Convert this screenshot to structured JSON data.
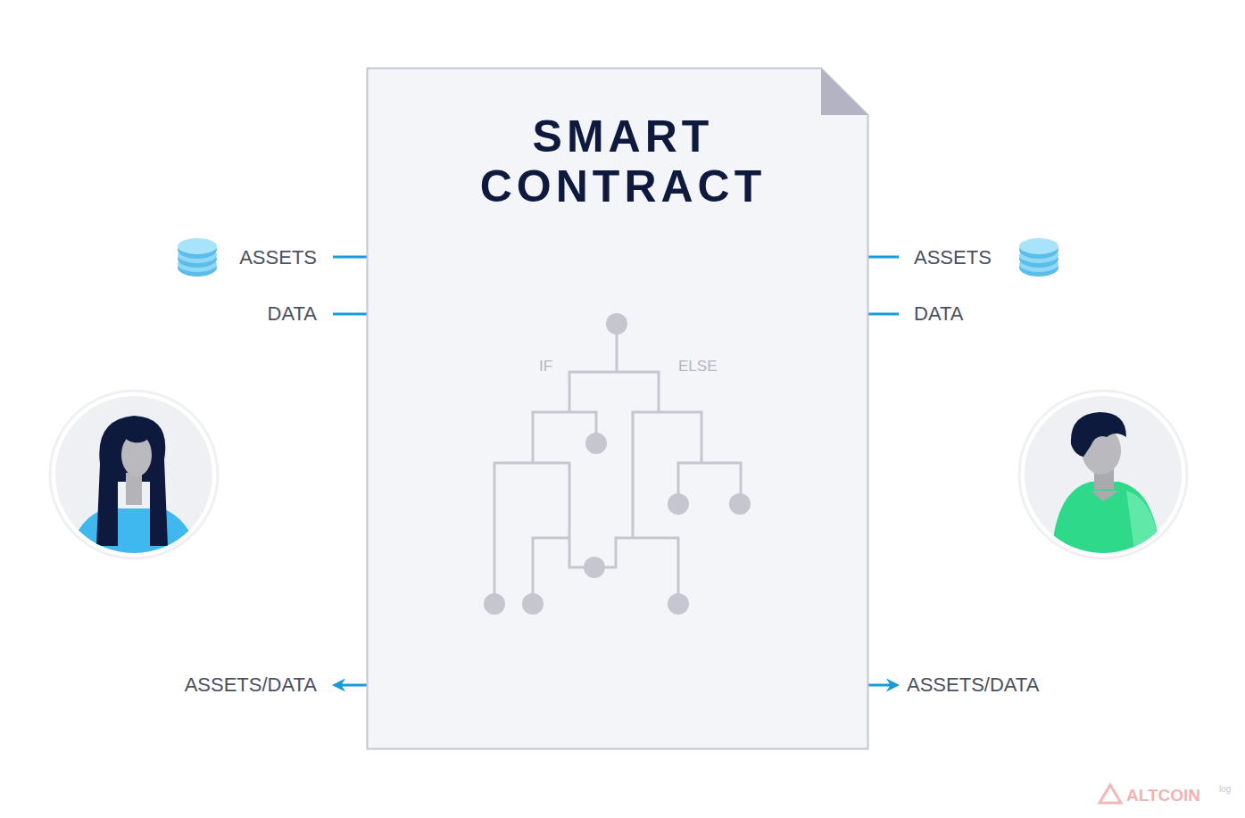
{
  "diagram": {
    "nodes": [
      {
        "text": [
          "SMART CONTRACT"
        ]
      }
    ],
    "labels": [
      "ASSETS",
      "ASSETS",
      "DATA",
      "DATA",
      "IF",
      "ELSE",
      "ASSETS/DATA",
      "ASSETS/DATA",
      "ALTCOIN",
      "log"
    ]
  }
}
